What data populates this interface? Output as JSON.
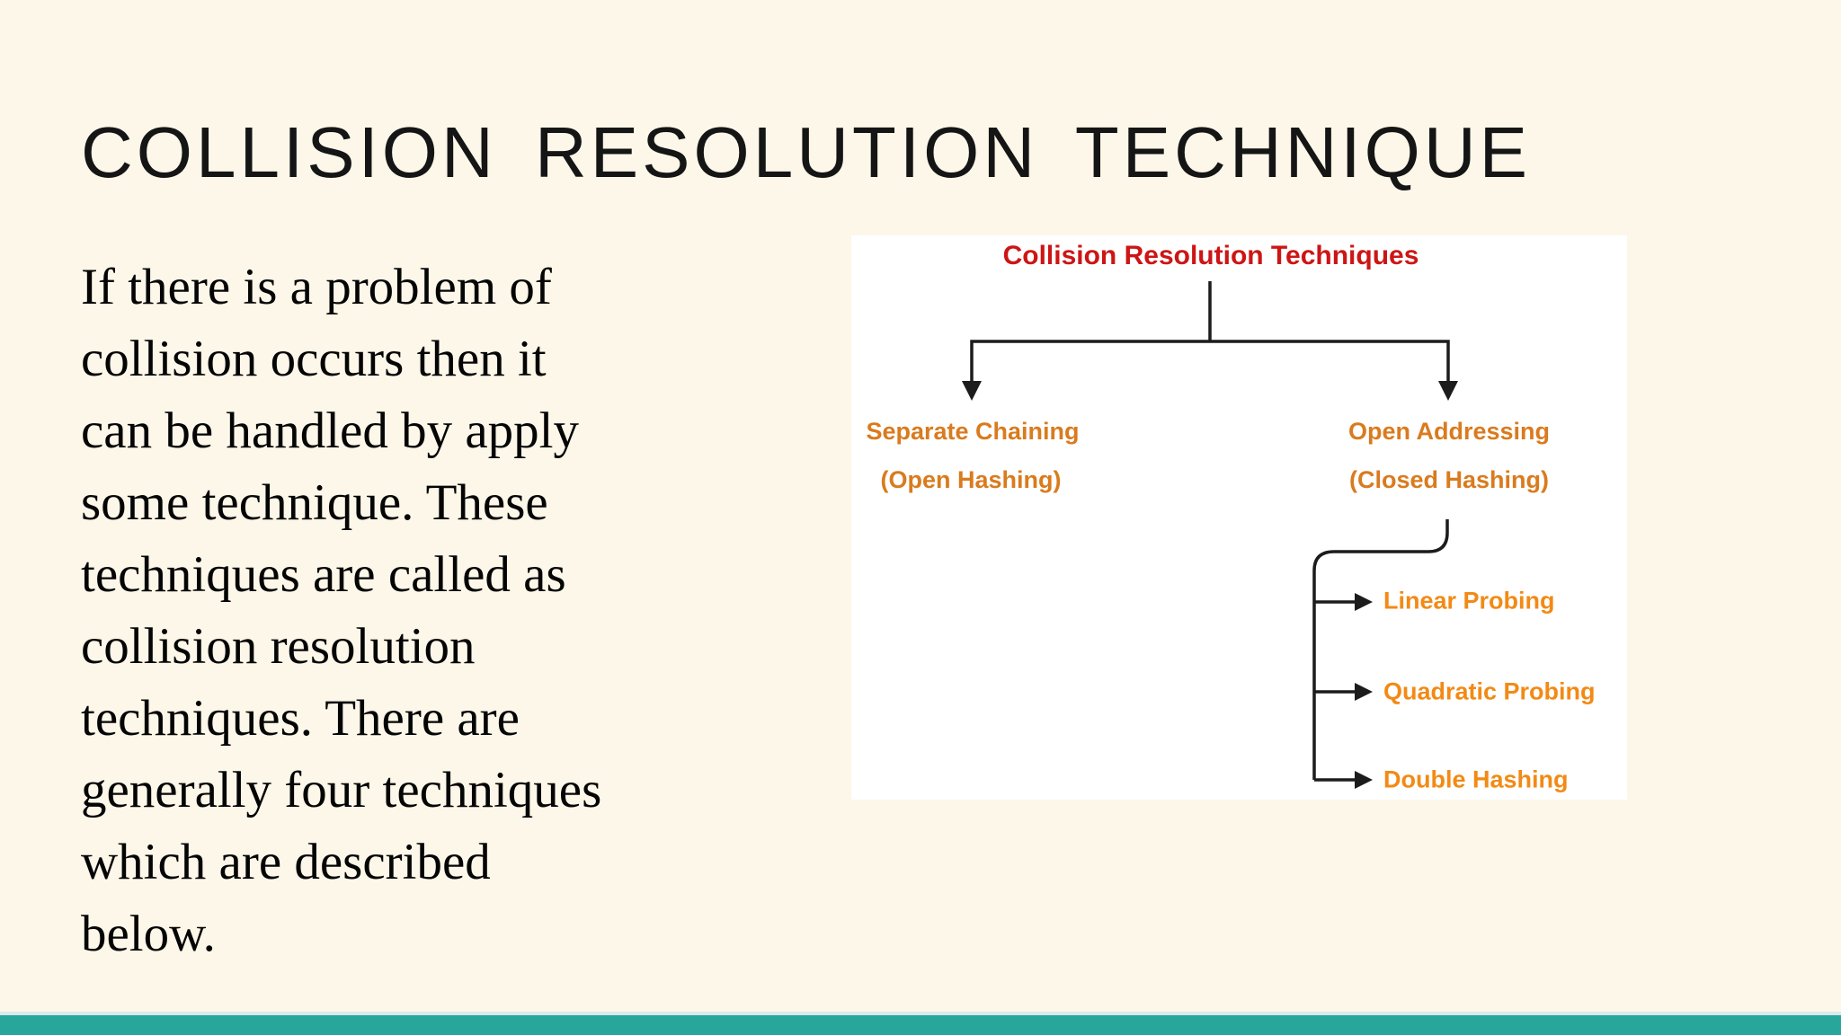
{
  "slide": {
    "title": "COLLISION RESOLUTION TECHNIQUE",
    "body_lines": [
      "If there is a problem of",
      "collision occurs then it",
      "can be handled by apply",
      "some technique. These",
      "techniques are called as",
      "collision resolution",
      "techniques. There are",
      "generally four techniques",
      "which are described",
      "below."
    ]
  },
  "diagram": {
    "title": "Collision Resolution Techniques",
    "left_branch": {
      "line1": "Separate Chaining",
      "line2": "(Open Hashing)"
    },
    "right_branch": {
      "line1": "Open Addressing",
      "line2": "(Closed Hashing)"
    },
    "leaves": [
      "Linear Probing",
      "Quadratic Probing",
      "Double Hashing"
    ],
    "colors": {
      "title_red": "#CD1515",
      "branch_orange": "#D97B1E",
      "leaf_orange": "#F28A15",
      "connector_black": "#1C1C1C",
      "panel_background": "#FFFFFF"
    }
  },
  "theme": {
    "background_cream": "#FCF7E9",
    "accent_teal": "#28A69B",
    "accent_divider": "#D9EAEA",
    "title_text": "#151515",
    "body_text": "#050505"
  }
}
